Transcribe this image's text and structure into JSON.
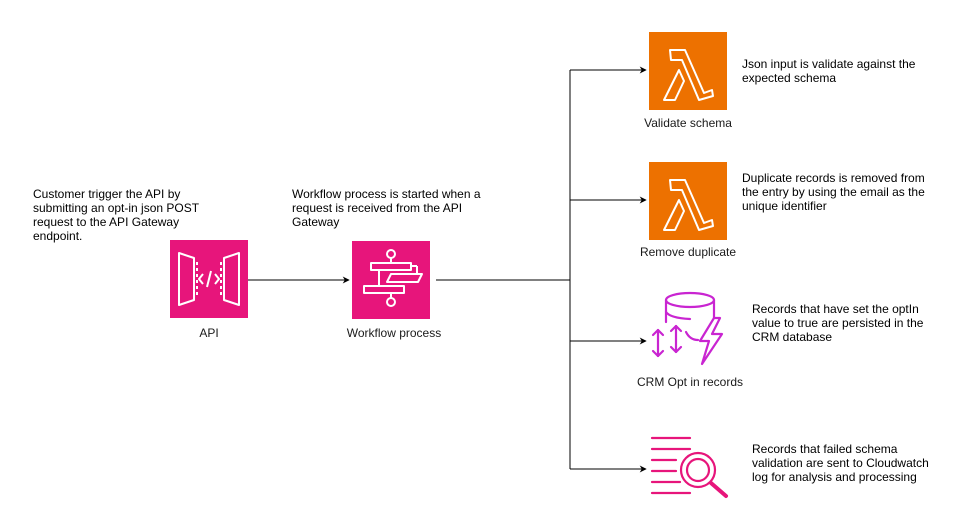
{
  "colors": {
    "api_gateway": "#e7157b",
    "step_functions": "#e7157b",
    "lambda": "#ed7100",
    "dynamodb": "#c925d1",
    "cloudwatch": "#e7157b",
    "connector": "#000000"
  },
  "nodes": {
    "api": {
      "label": "API",
      "icon": "api-gateway-icon"
    },
    "workflow": {
      "label": "Workflow process",
      "icon": "step-functions-icon"
    },
    "validate": {
      "label": "Validate schema",
      "icon": "lambda-icon"
    },
    "dedupe": {
      "label": "Remove duplicate",
      "icon": "lambda-icon"
    },
    "crm": {
      "label": "CRM Opt in records",
      "icon": "dynamodb-icon"
    },
    "logs": {
      "label": "",
      "icon": "cloudwatch-logs-icon"
    }
  },
  "annotations": {
    "api": [
      "Customer trigger the API by",
      "submitting an opt-in json POST",
      "request to the API Gateway",
      "endpoint."
    ],
    "workflow": [
      "Workflow process is started when a",
      "request is received from the API",
      "Gateway"
    ],
    "validate": [
      "Json input is validate against the",
      "expected schema"
    ],
    "dedupe": [
      "Duplicate records is removed from",
      "the entry by using the email as the",
      "unique identifier"
    ],
    "crm": [
      "Records that have set the optIn",
      "value to true are persisted in the",
      "CRM database"
    ],
    "logs": [
      "Records that failed schema",
      "validation are sent to Cloudwatch",
      "log for analysis and processing"
    ]
  }
}
